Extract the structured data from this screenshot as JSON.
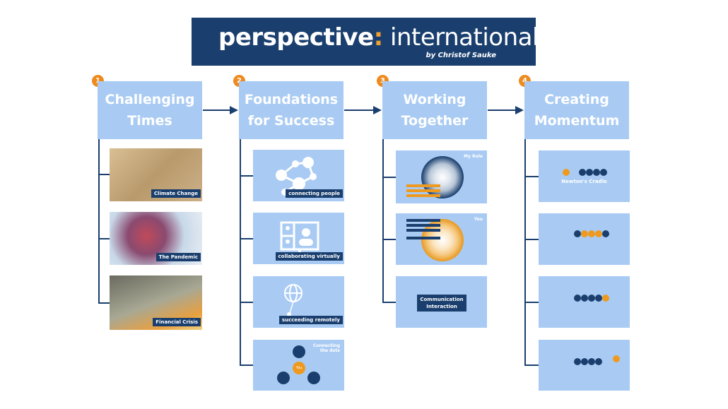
{
  "header": {
    "brand_bold": "perspective",
    "brand_colon": ":",
    "brand_light": " international",
    "byline": "by Christof Sauke"
  },
  "columns": [
    {
      "number": "1",
      "title_line1": "Challenging",
      "title_line2": "Times",
      "items": [
        "Climate Change",
        "The Pandemic",
        "Financial Crisis"
      ]
    },
    {
      "number": "2",
      "title_line1": "Foundations",
      "title_line2": "for Success",
      "items": [
        "connecting people",
        "collaborating virtually",
        "succeeding remotely",
        "Connecting the dots"
      ],
      "center_label": "You"
    },
    {
      "number": "3",
      "title_line1": "Working",
      "title_line2": "Together",
      "items": [
        "My Role",
        "You",
        "Communication Interaction"
      ]
    },
    {
      "number": "4",
      "title_line1": "Creating",
      "title_line2": "Momentum",
      "items": [
        "Newton's Cradle",
        "",
        "",
        ""
      ]
    }
  ],
  "colors": {
    "navy": "#1a3f6e",
    "light_blue": "#a9cbf3",
    "orange": "#ee8a1e"
  }
}
